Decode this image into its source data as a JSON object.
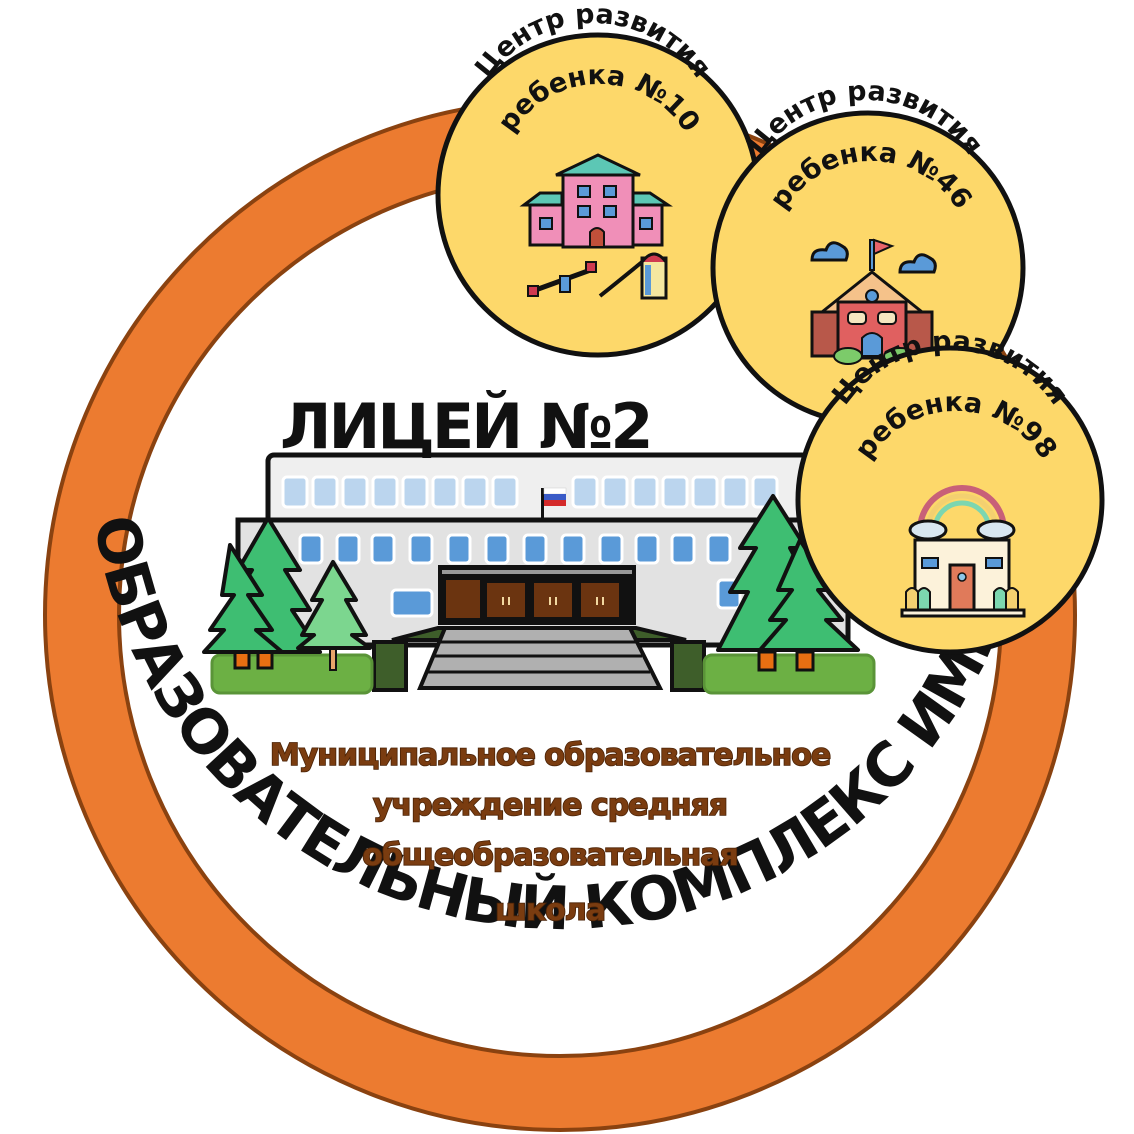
{
  "ring": {
    "text": "ОБРАЗОВАТЕЛЬНЫЙ КОМПЛЕКС ИМЕНИ Б.Н. БОГАЧЕВА",
    "color": "#EC7B30",
    "edge_color": "#8A4210"
  },
  "main": {
    "title": "ЛИЦЕЙ №2",
    "description": {
      "line1": "Муниципальное образовательное",
      "line2": "учреждение средняя",
      "line3": "общеобразовательная",
      "line4": "школа"
    },
    "description_color": "#7A3C10",
    "illustration": "school-building-with-trees-and-russian-flag"
  },
  "badges": [
    {
      "line1": "Центр развития",
      "line2": "ребенка №10",
      "icon": "kindergarten-playground-icon"
    },
    {
      "line1": "Центр развития",
      "line2": "ребенка №46",
      "icon": "school-house-clouds-icon"
    },
    {
      "line1": "Центр развития",
      "line2": "ребенка №98",
      "icon": "rainbow-house-icon"
    }
  ],
  "badge_color": "#FDD86A"
}
